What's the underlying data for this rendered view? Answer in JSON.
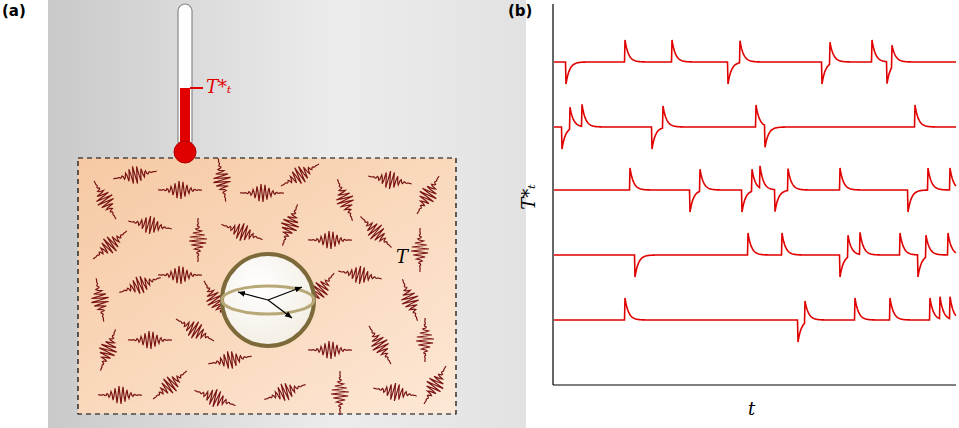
{
  "diagram": {
    "labels": [
      "(a)",
      "(b)",
      "T*ₜ",
      "T",
      "T*ₜ",
      "t"
    ]
  }
}
